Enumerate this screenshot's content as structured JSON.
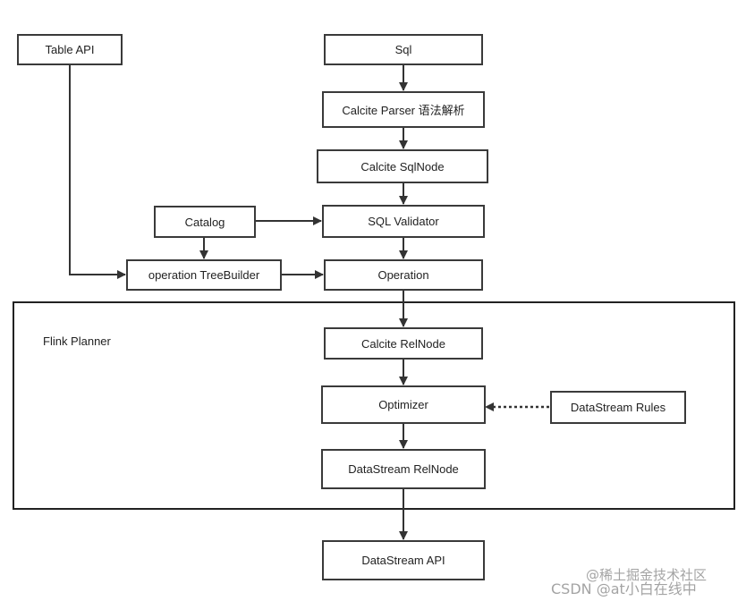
{
  "diagram": {
    "nodes": {
      "table_api": "Table API",
      "sql": "Sql",
      "calcite_parser": "Calcite Parser 语法解析",
      "calcite_sqlnode": "Calcite SqlNode",
      "catalog": "Catalog",
      "sql_validator": "SQL Validator",
      "operation_treebuilder": "operation TreeBuilder",
      "operation": "Operation",
      "calcite_relnode": "Calcite RelNode",
      "optimizer": "Optimizer",
      "datastream_rules": "DataStream Rules",
      "datastream_relnode": "DataStream RelNode",
      "datastream_api": "DataStream API"
    },
    "group": {
      "label": "Flink Planner"
    },
    "colors": {
      "border": "#3a3a3a",
      "arrow": "#333333",
      "watermark": "#9a9a9a"
    }
  },
  "watermark": {
    "line1": "@稀土掘金技术社区",
    "line2": "CSDN @at小白在线中"
  }
}
